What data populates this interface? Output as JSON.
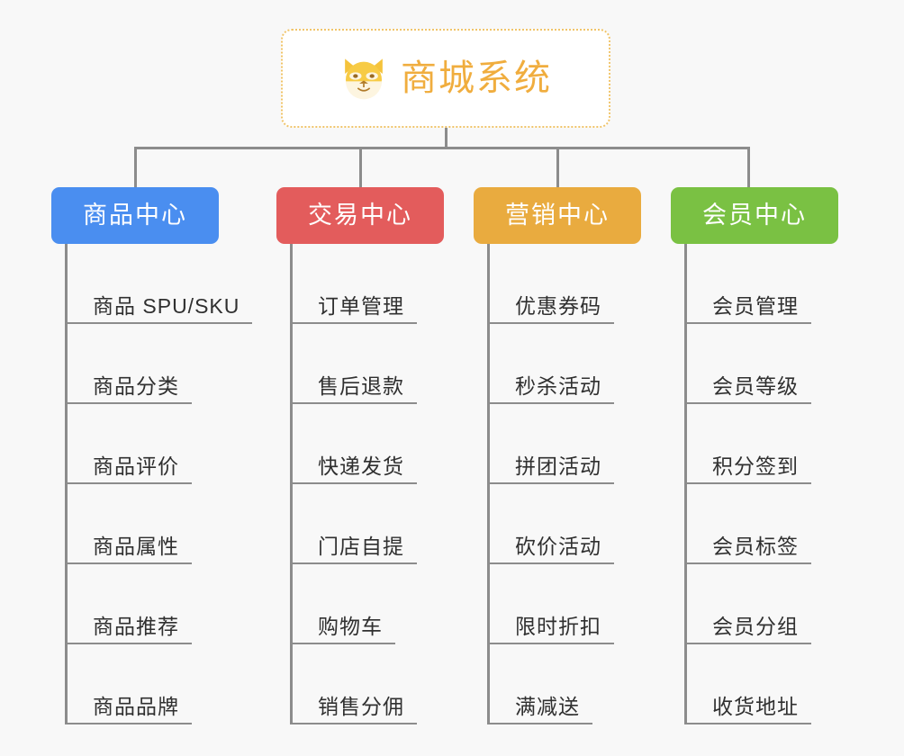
{
  "diagram": {
    "type": "mind-map",
    "background_color": "#f8f8f8",
    "root": {
      "icon": "shiba-dog-face-icon",
      "title": "商城系统",
      "text_color": "#f0ad3e",
      "border_color": "#f0c46a",
      "fill_color": "#ffffff"
    },
    "connector_color": "#8c8c8c",
    "branches": [
      {
        "label": "商品中心",
        "color": "#4a8ef0",
        "items": [
          "商品 SPU/SKU",
          "商品分类",
          "商品评价",
          "商品属性",
          "商品推荐",
          "商品品牌"
        ]
      },
      {
        "label": "交易中心",
        "color": "#e35c5c",
        "items": [
          "订单管理",
          "售后退款",
          "快递发货",
          "门店自提",
          "购物车",
          "销售分佣"
        ]
      },
      {
        "label": "营销中心",
        "color": "#e9ab3f",
        "items": [
          "优惠券码",
          "秒杀活动",
          "拼团活动",
          "砍价活动",
          "限时折扣",
          "满减送"
        ]
      },
      {
        "label": "会员中心",
        "color": "#7ac143",
        "items": [
          "会员管理",
          "会员等级",
          "积分签到",
          "会员标签",
          "会员分组",
          "收货地址"
        ]
      }
    ]
  }
}
